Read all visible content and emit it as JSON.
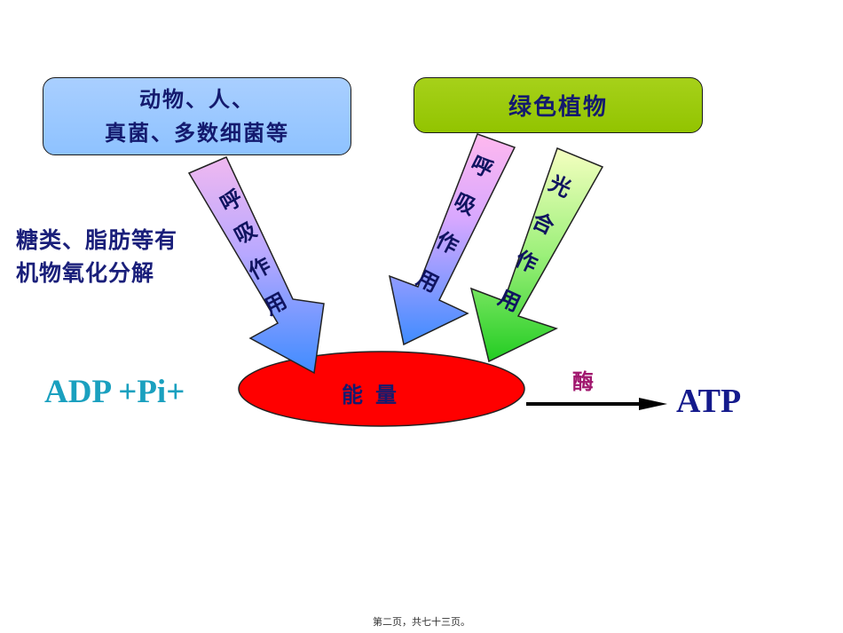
{
  "box_animals": {
    "line1": "动物、人、",
    "line2": "真菌、多数细菌等"
  },
  "box_plants": {
    "label": "绿色植物"
  },
  "side_text": {
    "line1": "糖类、脂肪等有",
    "line2": "机物氧化分解"
  },
  "arrows": {
    "left_respiration": [
      "呼",
      "吸",
      "作",
      "用"
    ],
    "right_respiration": [
      "呼",
      "吸",
      "作",
      "用"
    ],
    "photosynthesis": [
      "光",
      "合",
      "作",
      "用"
    ]
  },
  "energy_label": "能量",
  "equation": {
    "left": "ADP +Pi+",
    "enzyme": "酶",
    "right": "ATP"
  },
  "footer": "第二页，共七十三页。",
  "colors": {
    "energy_fill": "#ff0000",
    "animals_box": "#99c9ff",
    "plants_box": "#99cc00",
    "adp": "#1aa0bf",
    "atp": "#141a8c",
    "enzyme": "#a1176e"
  }
}
